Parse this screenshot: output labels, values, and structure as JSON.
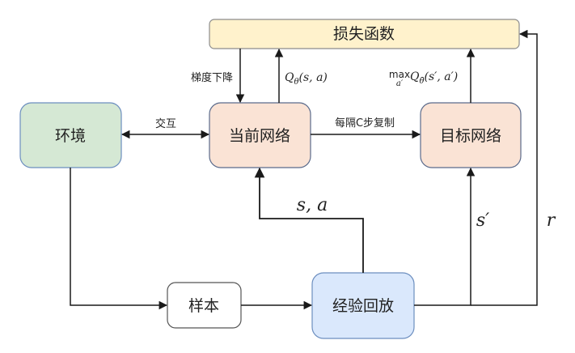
{
  "nodes": {
    "loss": {
      "label": "损失函数",
      "fill": "#FFF2CC",
      "stroke": "#8C8C8C"
    },
    "env": {
      "label": "环境",
      "fill": "#D5E8D4",
      "stroke": "#6C8EBF"
    },
    "current": {
      "label": "当前网络",
      "fill": "#FAE3D5",
      "stroke": "#5B6B8C"
    },
    "target": {
      "label": "目标网络",
      "fill": "#FAE3D5",
      "stroke": "#5B6B8C"
    },
    "sample": {
      "label": "样本",
      "fill": "#FFFFFF",
      "stroke": "#555555"
    },
    "replay": {
      "label": "经验回放",
      "fill": "#DAE8FC",
      "stroke": "#6C8EBF"
    }
  },
  "edges": {
    "gradient_label": "梯度下降",
    "q_theta_label": "Qθ(s,a)",
    "max_label": "max",
    "max_sub": "a′",
    "q_target_label": "Qθ̄(s′,a′)",
    "interact_label": "交互",
    "copy_label": "每隔C步复制",
    "copy_color": "#E00000",
    "sa_label": "s, a",
    "s_prime_label": "s′",
    "r_label": "r"
  }
}
